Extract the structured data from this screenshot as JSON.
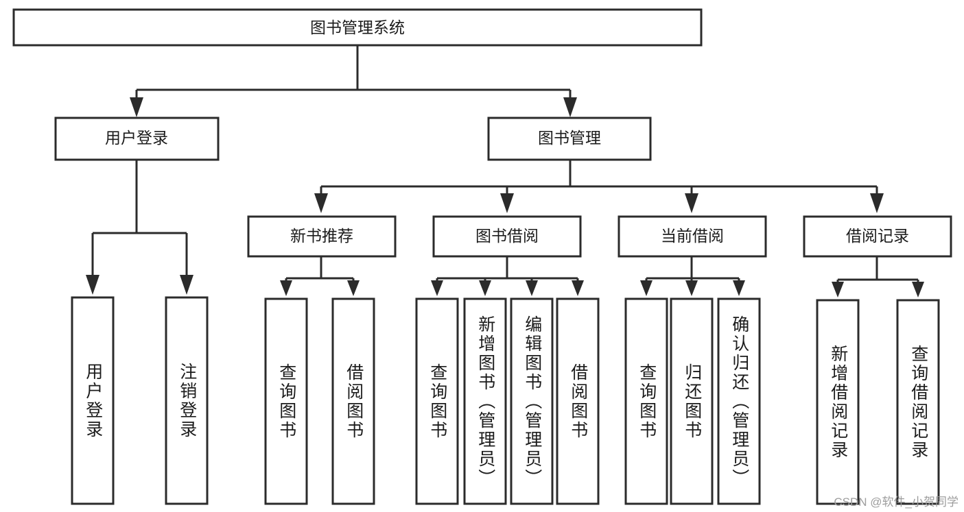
{
  "diagram": {
    "type": "tree-hierarchy",
    "title": "图书管理系统",
    "root": {
      "id": "root",
      "label": "图书管理系统"
    },
    "level2": [
      {
        "id": "user-login",
        "label": "用户登录"
      },
      {
        "id": "book-manage",
        "label": "图书管理"
      }
    ],
    "level3": [
      {
        "id": "new-book-rec",
        "label": "新书推荐",
        "parent": "book-manage"
      },
      {
        "id": "book-borrow",
        "label": "图书借阅",
        "parent": "book-manage"
      },
      {
        "id": "current-borrow",
        "label": "当前借阅",
        "parent": "book-manage"
      },
      {
        "id": "borrow-record",
        "label": "借阅记录",
        "parent": "book-manage"
      }
    ],
    "leaves": [
      {
        "id": "leaf-user-login",
        "label": "用户登录",
        "parent": "user-login"
      },
      {
        "id": "leaf-logout-login",
        "label": "注销登录",
        "parent": "user-login"
      },
      {
        "id": "leaf-query-book-1",
        "label": "查询图书",
        "parent": "new-book-rec"
      },
      {
        "id": "leaf-borrow-book-1",
        "label": "借阅图书",
        "parent": "new-book-rec"
      },
      {
        "id": "leaf-query-book-2",
        "label": "查询图书",
        "parent": "book-borrow"
      },
      {
        "id": "leaf-add-book",
        "label": "新增图书（管理员）",
        "parent": "book-borrow"
      },
      {
        "id": "leaf-edit-book",
        "label": "编辑图书（管理员）",
        "parent": "book-borrow"
      },
      {
        "id": "leaf-borrow-book-2",
        "label": "借阅图书",
        "parent": "book-borrow"
      },
      {
        "id": "leaf-query-book-3",
        "label": "查询图书",
        "parent": "current-borrow"
      },
      {
        "id": "leaf-return-book",
        "label": "归还图书",
        "parent": "current-borrow"
      },
      {
        "id": "leaf-confirm-return",
        "label": "确认归还（管理员）",
        "parent": "current-borrow"
      },
      {
        "id": "leaf-add-record",
        "label": "新增借阅记录",
        "parent": "borrow-record"
      },
      {
        "id": "leaf-query-record",
        "label": "查询借阅记录",
        "parent": "borrow-record"
      }
    ]
  },
  "watermark": {
    "text": "CSDN @软件_小贺同学"
  },
  "colors": {
    "stroke": "#2b2b2b",
    "fill": "#ffffff",
    "text": "#1b1b1b",
    "watermark": "#9d9d9d",
    "background": "#ffffff"
  }
}
